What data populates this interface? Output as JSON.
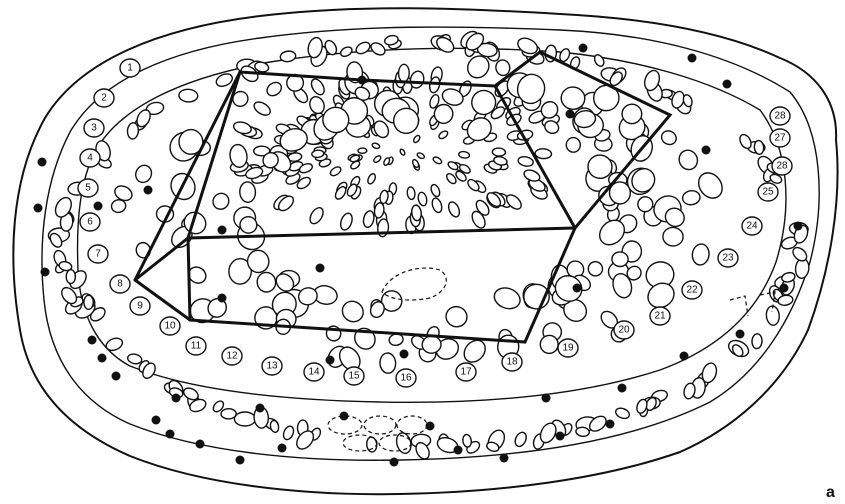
{
  "figure": {
    "panel_label": "a",
    "cell_numbers": [
      "1",
      "2",
      "3",
      "4",
      "5",
      "6",
      "7",
      "8",
      "9",
      "10",
      "11",
      "12",
      "13",
      "14",
      "15",
      "16",
      "17",
      "18",
      "19",
      "20",
      "21",
      "22",
      "23",
      "24",
      "25",
      "28",
      "27",
      "28"
    ]
  }
}
